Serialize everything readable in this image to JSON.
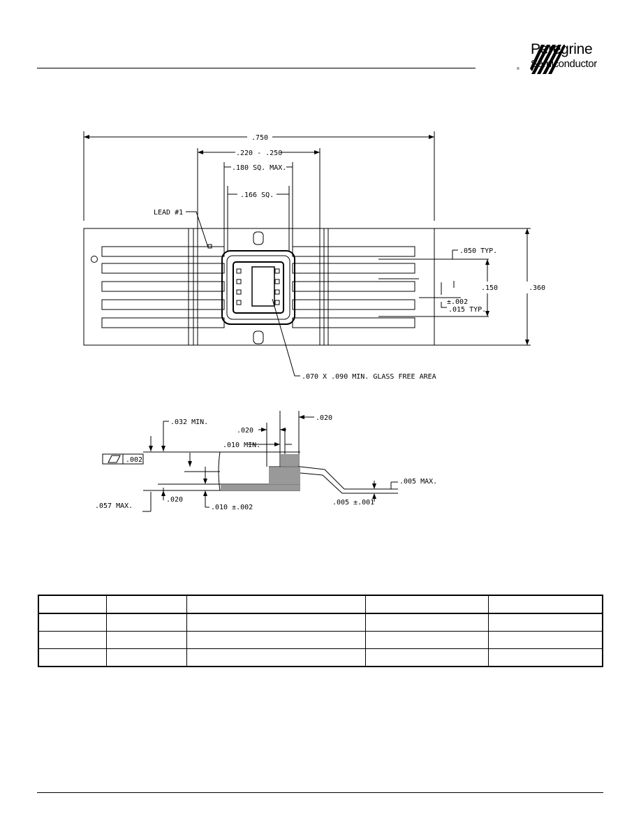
{
  "header": {
    "company_name": "Peregrine",
    "company_sub": "Semiconductor",
    "logo_mark": "®"
  },
  "drawing": {
    "top_view": {
      "overall_length": ".750",
      "lead_span": ".220 - .250",
      "lid_size": ".180 SQ. MAX.",
      "cavity_size": ".166 SQ.",
      "lead_one": "LEAD #1",
      "lead_width": ".050 TYP.",
      "pitch": ".150",
      "pitch_tol": "±.002",
      "lead_gap": ".015 TYP.",
      "overall_height": ".360",
      "glass_area": ".070 X .090 MIN. GLASS FREE AREA"
    },
    "side_view": {
      "flatness_value": ".002",
      "height_min": ".032 MIN.",
      "lead_offset": ".020",
      "lid_edge": ".020",
      "glass_edge": ".010 MIN.",
      "lead_thick_max": ".005 MAX.",
      "lead_thick": ".005 ±.001",
      "pkg_height_max": ".057 MAX.",
      "base_thick": ".020",
      "base_tol": ".010 ±.002"
    }
  },
  "table": {
    "rows": [
      [
        "",
        "",
        "",
        "",
        ""
      ],
      [
        "",
        "",
        "",
        "",
        ""
      ],
      [
        "",
        "",
        "",
        "",
        ""
      ]
    ],
    "header": [
      "",
      "",
      "",
      "",
      ""
    ]
  }
}
